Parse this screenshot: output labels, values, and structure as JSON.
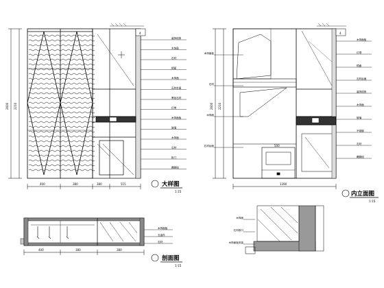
{
  "sheet": {
    "left_elevation": {
      "title": "大样图",
      "scale": "1:15",
      "vertical_dims": [
        "2210",
        "2600"
      ],
      "bottom_dims": [
        "400",
        "380",
        "380",
        "515"
      ],
      "tag_top": "4",
      "callouts": [
        "装饰线条",
        "木饰面",
        "石材",
        "镜面",
        "木饰面",
        "石材台面",
        "黑色石材",
        "灯带",
        "木饰面板",
        "玻璃",
        "木饰面",
        "石材",
        "柜门",
        "踢脚线"
      ]
    },
    "left_section": {
      "title": "剖面图",
      "scale": "1:15",
      "bottom_dims": [
        "400",
        "380",
        "380"
      ],
      "callouts": [
        "木饰面板",
        "五金件",
        "石材"
      ]
    },
    "right_elevation": {
      "title": "内立面图",
      "scale": "1:15",
      "vertical_dims": [
        "2210",
        "2600"
      ],
      "bottom_dims": [
        "1390"
      ],
      "tag_top": "4",
      "callouts": [
        "木饰面板",
        "灯带",
        "镜面",
        "石材台面",
        "装饰线条",
        "木饰面",
        "玻璃",
        "不锈钢",
        "石材",
        "踢脚线"
      ],
      "left_callouts": [
        "木饰面板",
        "石材",
        "木饰面",
        "石材台面"
      ],
      "inner_dims": [
        "500"
      ]
    },
    "right_detail": {
      "callouts": [
        "木饰面",
        "石材收口",
        "木饰面板安装"
      ]
    }
  }
}
